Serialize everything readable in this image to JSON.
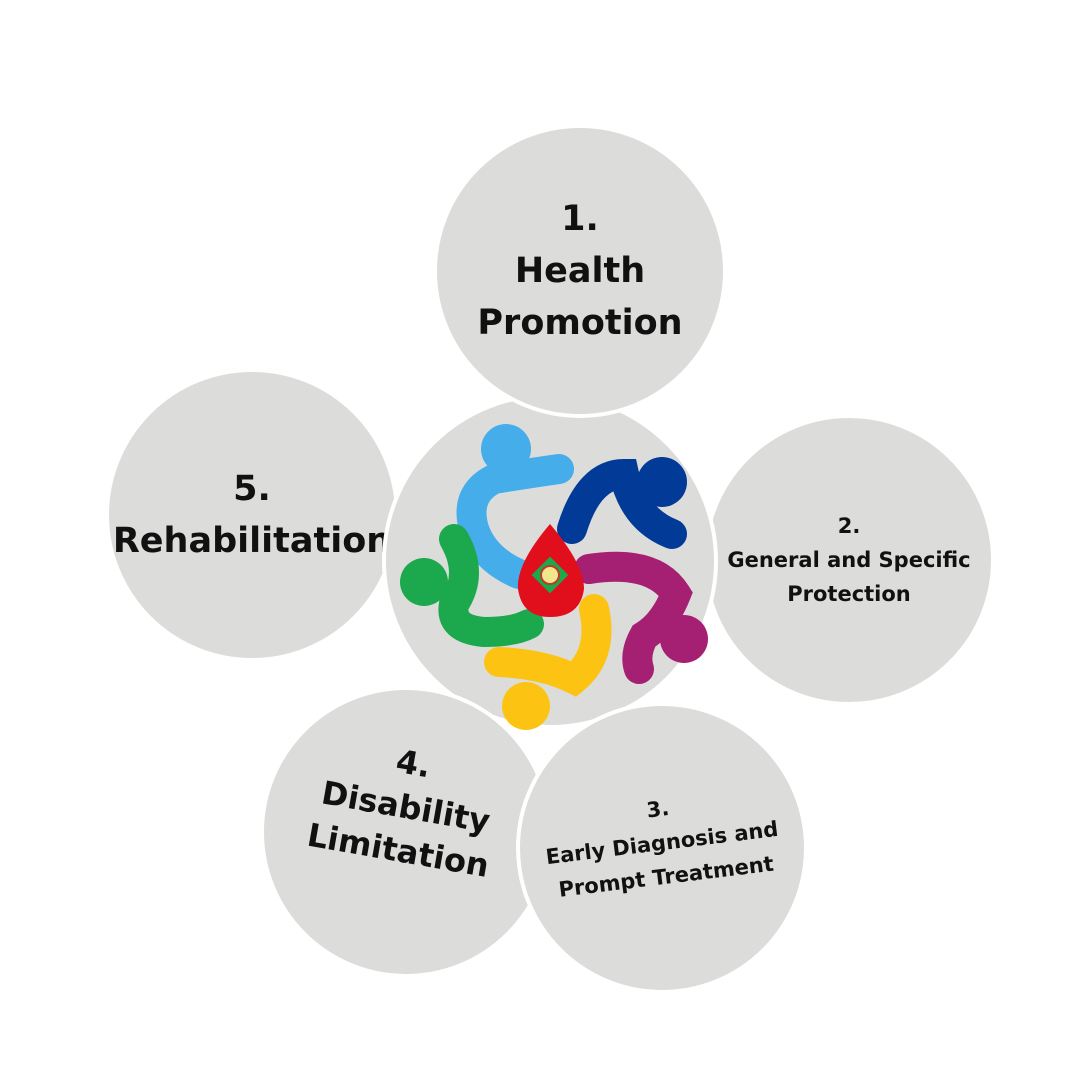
{
  "stages": [
    {
      "number": "1.",
      "label_lines": [
        "Health",
        "Promotion"
      ]
    },
    {
      "number": "2.",
      "label_lines": [
        "General and Specific",
        "Protection"
      ]
    },
    {
      "number": "3.",
      "label_lines": [
        "Early Diagnosis and",
        "Prompt Treatment"
      ]
    },
    {
      "number": "4.",
      "label_lines": [
        "Disability",
        "Limitation"
      ]
    },
    {
      "number": "5.",
      "label_lines": [
        "Rehabilitation"
      ]
    }
  ],
  "colors": {
    "circle": "#dcdcdb",
    "light_blue": "#45aeea",
    "dark_blue": "#023a97",
    "purple": "#a51f72",
    "yellow": "#fcc312",
    "green": "#1ca84c",
    "red": "#e10f1b"
  }
}
